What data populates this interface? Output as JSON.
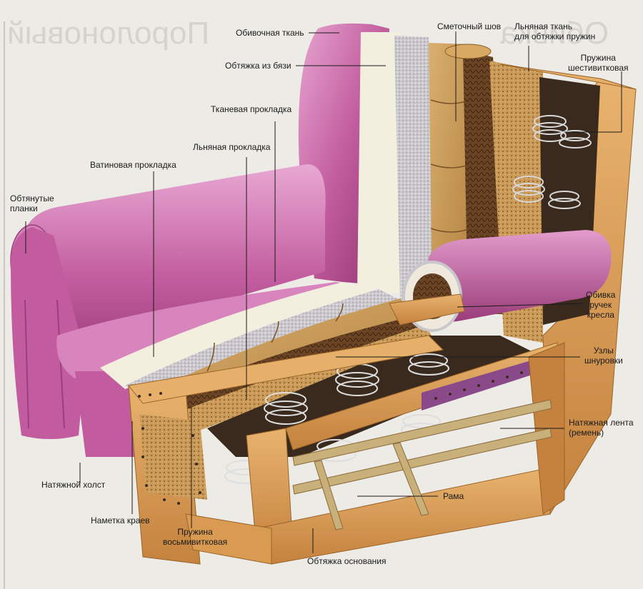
{
  "background": {
    "heading_left": "Поролоновый",
    "heading_right": "Обивка"
  },
  "labels": {
    "obivochnaya_tkan": "Обивочная ткань",
    "obtyazhka_iz_byazi": "Обтяжка из бязи",
    "smetochny_shov": "Сметочный шов",
    "lnyanaya_tkan_pruzhin": "Льняная ткань\nдля обтяжки пружин",
    "pruzhina_shestivitkovaya": "Пружина\nшестивитковая",
    "tkanevaya_prokladka": "Тканевая прокладка",
    "lnyanaya_prokladka": "Льняная прокладка",
    "vatinovaya_prokladka": "Ватиновая прокладка",
    "obtyanutye_planki": "Обтянутые\nпланки",
    "obivka_ruchek": "Обивка\nручек\nкресла",
    "uzly_shnurovki": "Узлы\nшнуровки",
    "natyazhnaya_lenta": "Натяжная лента\n(ремень)",
    "rama": "Рама",
    "natyazhnoy_holst": "Натяжной холст",
    "nametka_kraev": "Наметка краев",
    "pruzhina_vosmivitkovaya": "Пружина\nвосьмивитковая",
    "obtyazhka_osnovaniya": "Обтяжка основания"
  },
  "colors": {
    "fabric": "#c25c9e",
    "fabric_light": "#e29ccb",
    "fabric_dark": "#8f3470",
    "calico": "#f4f0e0",
    "batting": "#c9c7cc",
    "wood": "#d99b52",
    "wood_dark": "#a86a2c",
    "filling": "#c79a5a",
    "hair": "#5a3a22",
    "spring": "#d8d8d8"
  }
}
